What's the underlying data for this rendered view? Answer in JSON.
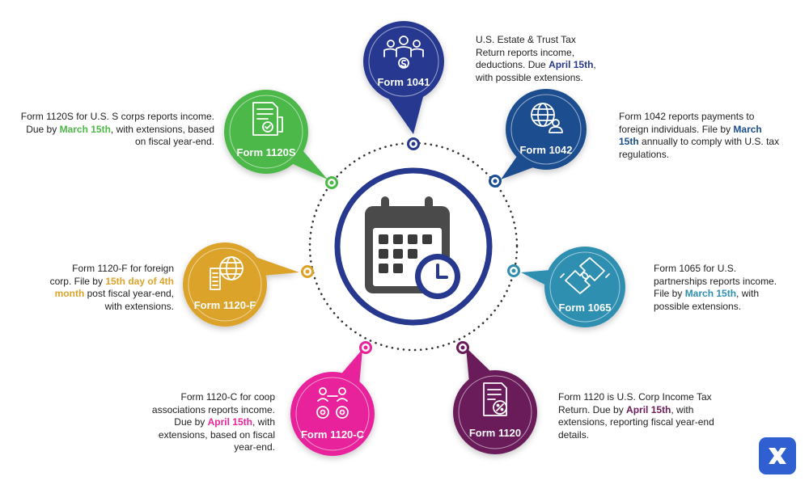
{
  "center": {
    "icon": "calendar-clock-icon"
  },
  "colors": {
    "form1041": "#27388f",
    "form1042": "#1a4d8f",
    "form1065": "#2f8fb0",
    "form1120": "#6b1c5a",
    "form1120c": "#e8249a",
    "form1120f": "#dca32b",
    "form1120s": "#4cb848",
    "ring": "#2a3a8f",
    "dots": "#333333"
  },
  "forms": [
    {
      "id": "form1041",
      "label": "Form 1041",
      "icon": "people-money-icon",
      "desc": {
        "before": "U.S. Estate & Trust Tax Return reports income, deductions. Due ",
        "highlight": "April 15th",
        "after": ", with possible extensions."
      }
    },
    {
      "id": "form1042",
      "label": "Form 1042",
      "icon": "globe-person-icon",
      "desc": {
        "before": "Form 1042 reports payments to foreign individuals. File by ",
        "highlight": "March 15th",
        "after": " annually to comply with U.S. tax regulations."
      }
    },
    {
      "id": "form1065",
      "label": "Form 1065",
      "icon": "puzzle-handshake-icon",
      "desc": {
        "before": "Form 1065 for U.S. partnerships reports income. File by ",
        "highlight": "March 15th",
        "after": ", with possible extensions."
      }
    },
    {
      "id": "form1120",
      "label": "Form 1120",
      "icon": "tax-document-icon",
      "desc": {
        "before": "Form 1120 is U.S. Corp Income Tax Return. Due by ",
        "highlight": "April 15th",
        "after": ", with extensions, reporting fiscal year-end details."
      }
    },
    {
      "id": "form1120c",
      "label": "Form 1120-C",
      "icon": "coop-gears-icon",
      "desc": {
        "before": "Form 1120-C for coop associations reports income. Due by ",
        "highlight": "April 15th",
        "after": ", with extensions, based on fiscal year-end."
      }
    },
    {
      "id": "form1120f",
      "label": "Form 1120-F",
      "icon": "globe-building-icon",
      "desc": {
        "before": "Form 1120-F for foreign corp. File by ",
        "highlight": "15th day of 4th month",
        "after": " post fiscal year-end, with extensions."
      }
    },
    {
      "id": "form1120s",
      "label": "Form 1120S",
      "icon": "certificate-document-icon",
      "desc": {
        "before": "Form 1120S for U.S. S corps reports income. Due by ",
        "highlight": "March 15th",
        "after": ", with extensions, based on fiscal year-end."
      }
    }
  ],
  "logo": {
    "icon": "brand-x-logo-icon"
  }
}
